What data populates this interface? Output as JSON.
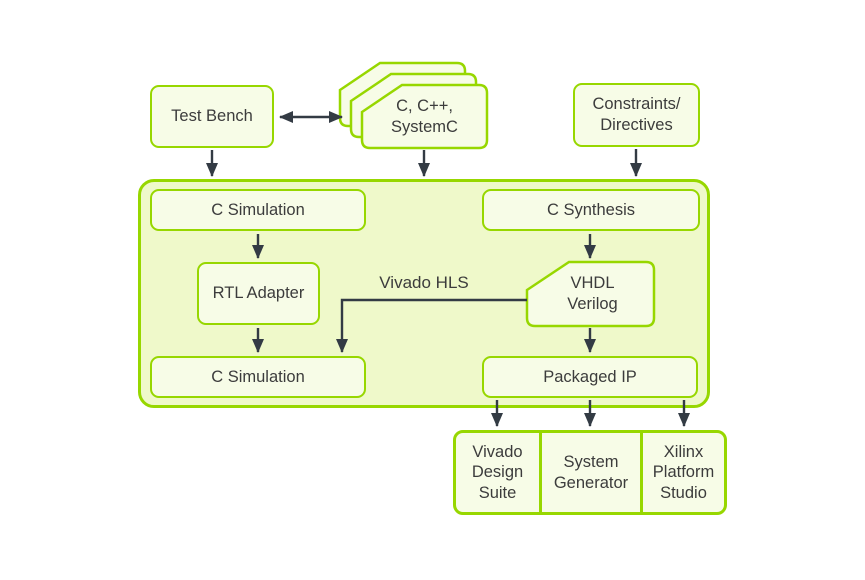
{
  "diagram": {
    "container_label": "Vivado HLS",
    "nodes": {
      "test_bench": {
        "label": "Test Bench"
      },
      "source_files": {
        "label": "C, C++,\nSystemC"
      },
      "constraints": {
        "label": "Constraints/\nDirectives"
      },
      "c_simulation_top": {
        "label": "C Simulation"
      },
      "c_synthesis": {
        "label": "C Synthesis"
      },
      "rtl_adapter": {
        "label": "RTL Adapter"
      },
      "vhdl_verilog": {
        "label": "VHDL\nVerilog"
      },
      "c_simulation_bottom": {
        "label": "C Simulation"
      },
      "packaged_ip": {
        "label": "Packaged IP"
      },
      "vivado_design_suite": {
        "label": "Vivado\nDesign\nSuite"
      },
      "system_generator": {
        "label": "System\nGenerator"
      },
      "xilinx_platform_studio": {
        "label": "Xilinx\nPlatform\nStudio"
      }
    }
  },
  "colors": {
    "green": "#97D700",
    "container_fill": "#EFF9CA",
    "box_fill": "#F7FCE7",
    "arrow": "#333B44",
    "text": "#3C3C3C",
    "background": "#FFFFFF"
  }
}
